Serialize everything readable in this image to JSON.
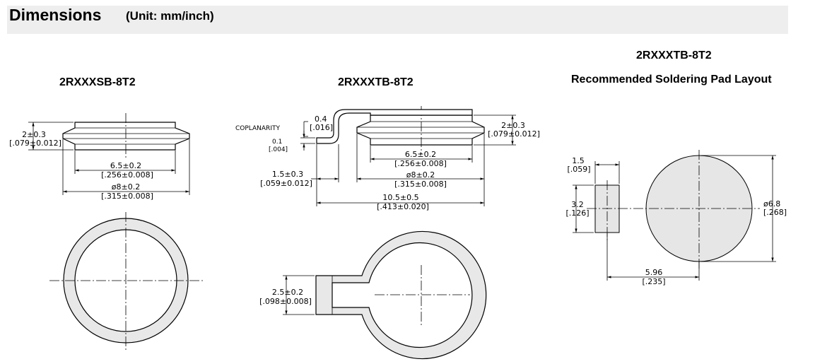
{
  "header": {
    "title": "Dimensions",
    "unit": "(Unit: mm/inch)"
  },
  "sections": {
    "sb": {
      "title": "2RXXXSB-8T2"
    },
    "tb": {
      "title": "2RXXXTB-8T2"
    },
    "pad": {
      "title": "2RXXXTB-8T2",
      "subtitle": "Recommended Soldering Pad Layout"
    }
  },
  "dims": {
    "sb_height_mm": "2±0.3",
    "sb_height_in": "[.079±0.012]",
    "sb_inner_mm": "6.5±0.2",
    "sb_inner_in": "[.256±0.008]",
    "sb_dia_mm": "ø8±0.2",
    "sb_dia_in": "[.315±0.008]",
    "coplanarity": "COPLANARITY",
    "tb_copl_mm": "0.4",
    "tb_copl_in": "[.016]",
    "tb_tab_mm": "0.1",
    "tb_tab_in": "[.004]",
    "tb_height_mm": "2±0.3",
    "tb_height_in": "[.079±0.012]",
    "tb_inner_mm": "6.5±0.2",
    "tb_inner_in": "[.256±0.008]",
    "tb_dia_mm": "ø8±0.2",
    "tb_dia_in": "[.315±0.008]",
    "tb_tabw_mm": "1.5±0.3",
    "tb_tabw_in": "[.059±0.012]",
    "tb_len_mm": "10.5±0.5",
    "tb_len_in": "[.413±0.020]",
    "tb_tabh_mm": "2.5±0.2",
    "tb_tabh_in": "[.098±0.008]",
    "pad_w_mm": "1.5",
    "pad_w_in": "[.059]",
    "pad_h_mm": "3.2",
    "pad_h_in": "[.126]",
    "pad_dia_mm": "ø6.8",
    "pad_dia_in": "[.268]",
    "pad_sep_mm": "5.96",
    "pad_sep_in": "[.235]"
  }
}
